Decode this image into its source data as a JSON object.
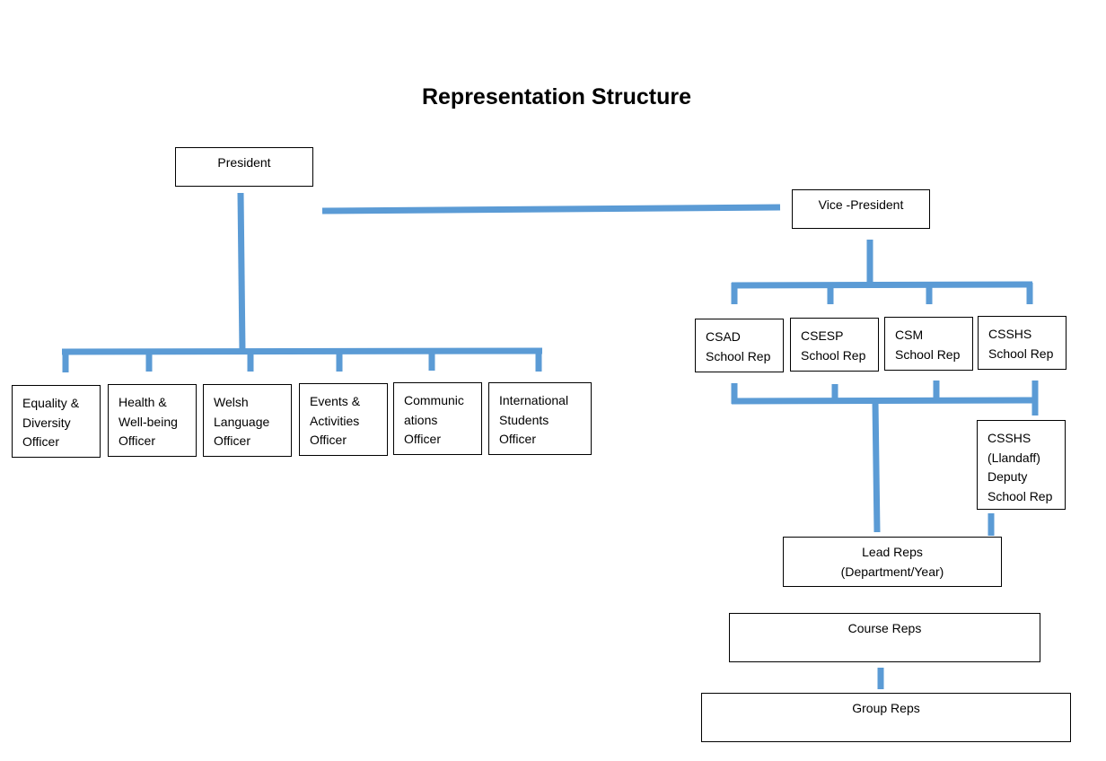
{
  "title": "Representation Structure",
  "president": "President",
  "vice_president": "Vice -President",
  "officers": [
    "Equality &\nDiversity\nOfficer",
    "Health &\nWell-being\nOfficer",
    "Welsh\nLanguage\nOfficer",
    "Events &\nActivities\nOfficer",
    "Communic\nations\nOfficer",
    "International\nStudents\nOfficer"
  ],
  "school_reps": [
    "CSAD\nSchool Rep",
    "CSESP\nSchool Rep",
    "CSM\nSchool Rep",
    "CSSHS\nSchool Rep"
  ],
  "deputy": "CSSHS\n(Llandaff)\nDeputy\nSchool Rep",
  "lead_reps": "Lead Reps\n(Department/Year)",
  "course_reps": "Course Reps",
  "group_reps": "Group Reps",
  "line_color": "#5b9bd5"
}
